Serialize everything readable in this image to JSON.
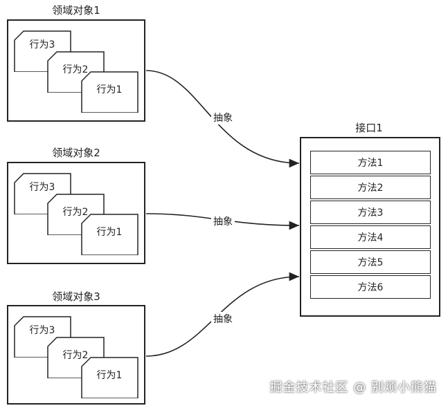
{
  "domains": [
    {
      "title": "领域对象1",
      "behaviors": [
        "行为3",
        "行为2",
        "行为1"
      ]
    },
    {
      "title": "领域对象2",
      "behaviors": [
        "行为3",
        "行为2",
        "行为1"
      ]
    },
    {
      "title": "领域对象3",
      "behaviors": [
        "行为3",
        "行为2",
        "行为1"
      ]
    }
  ],
  "edge_label": "抽象",
  "interface": {
    "title": "接口1",
    "methods": [
      "方法1",
      "方法2",
      "方法3",
      "方法4",
      "方法5",
      "方法6"
    ]
  },
  "watermark": "掘金技术社区 @ 别烦小熊猫"
}
